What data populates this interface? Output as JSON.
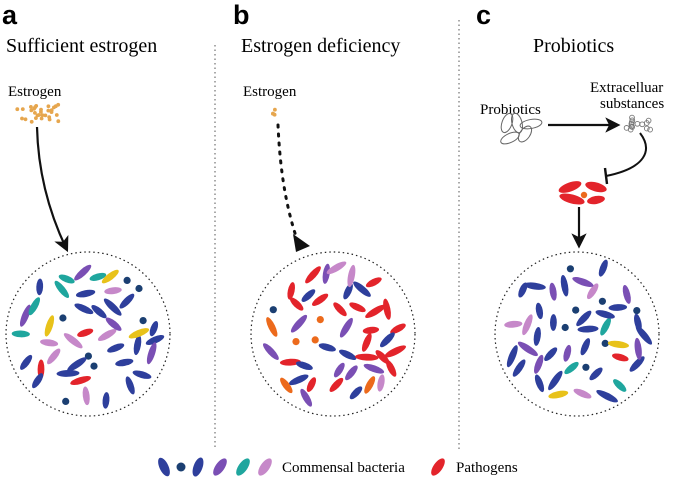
{
  "panels": [
    {
      "letter": "a",
      "title": "Sufficient estrogen",
      "label": "Estrogen"
    },
    {
      "letter": "b",
      "title": "Estrogen deficiency",
      "label": "Estrogen"
    },
    {
      "letter": "c",
      "title": "Probiotics",
      "label": "Probiotics",
      "extra_label_line1": "Extracelluar",
      "extra_label_line2": "substances"
    }
  ],
  "legend": {
    "commensal": "Commensal bacteria",
    "pathogens": "Pathogens"
  },
  "colors": {
    "navy": "#2e3f9c",
    "purple": "#7a4fb4",
    "teal": "#1fa69e",
    "pink": "#c688c9",
    "yellow": "#e8c21a",
    "dot": "#1b3f72",
    "red": "#e3242b",
    "orange": "#ec6a1c",
    "estrogen": "#e6a64e"
  }
}
